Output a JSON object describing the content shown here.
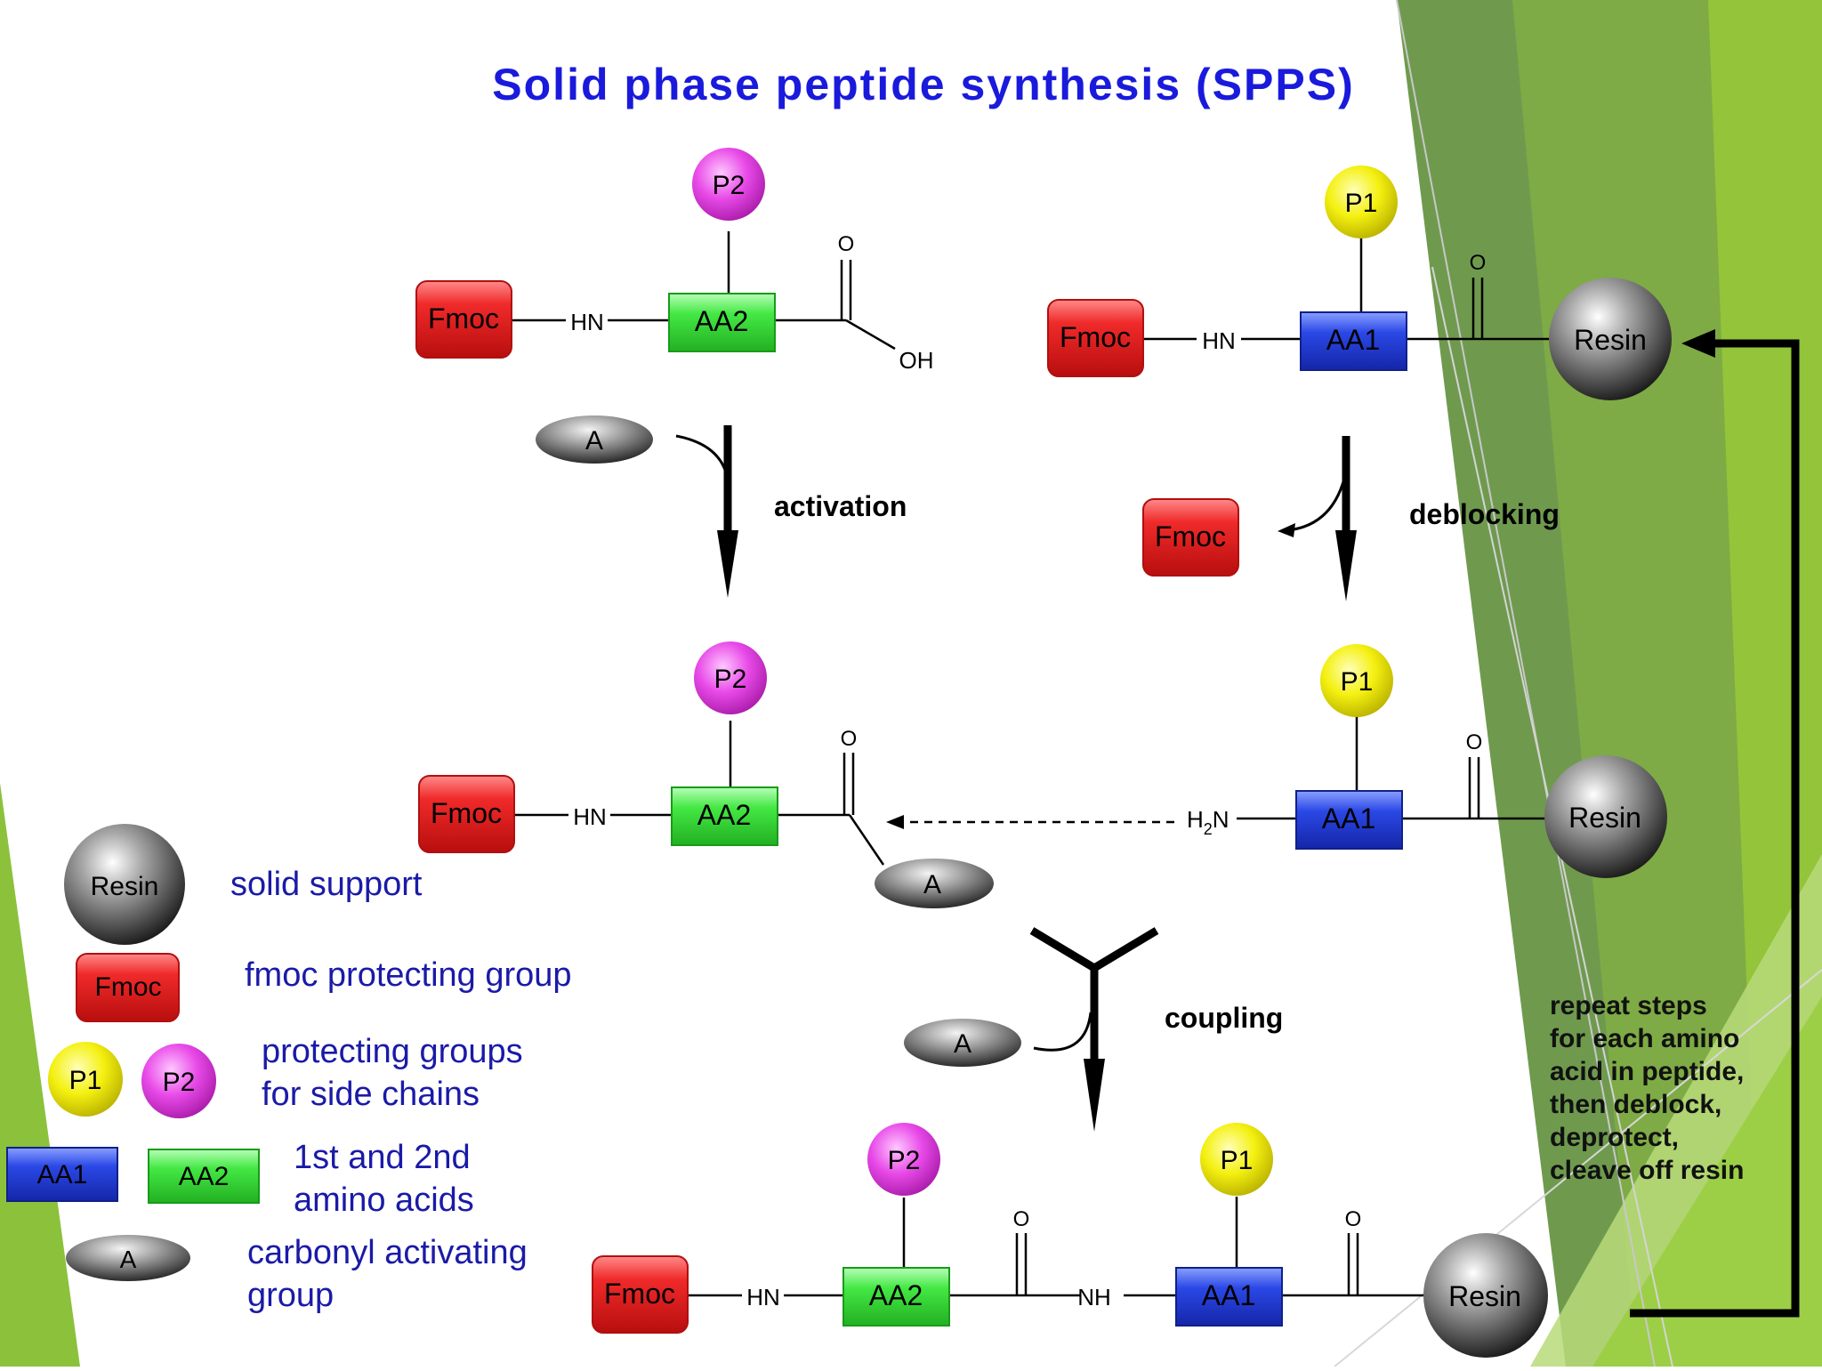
{
  "title": "Solid phase peptide synthesis (SPPS)",
  "colors": {
    "title": "#1a1adc",
    "fmoc": "#e8262a",
    "p1": "#f2ee10",
    "p2": "#e445e4",
    "aa1": "#2240e0",
    "aa2": "#3ee63e",
    "legend_text": "#1a1aa8",
    "green_dark": "#6f9a4e",
    "green_light": "#93c43a"
  },
  "molecule_labels": {
    "fmoc": "Fmoc",
    "p1": "P1",
    "p2": "P2",
    "aa1": "AA1",
    "aa2": "AA2",
    "resin": "Resin",
    "activator": "A",
    "hn": "HN",
    "nh": "NH",
    "h2n_main": "H",
    "h2n_sub": "2",
    "h2n_tail": "N",
    "oh": "OH",
    "o": "O"
  },
  "steps": {
    "activation": "activation",
    "deblocking": "deblocking",
    "coupling": "coupling",
    "repeat": [
      "repeat steps",
      "for each amino",
      "acid in peptide,",
      "then deblock,",
      "deprotect,",
      "cleave off resin"
    ]
  },
  "legend": {
    "resin_label": "Resin",
    "resin_desc": "solid support",
    "fmoc_label": "Fmoc",
    "fmoc_desc": "fmoc protecting group",
    "p1_label": "P1",
    "p2_label": "P2",
    "pg_desc_1": "protecting groups",
    "pg_desc_2": "for side chains",
    "aa1_label": "AA1",
    "aa2_label": "AA2",
    "aa_desc_1": "1st and 2nd",
    "aa_desc_2": "amino acids",
    "a_label": "A",
    "a_desc_1": "carbonyl activating",
    "a_desc_2": "group"
  }
}
